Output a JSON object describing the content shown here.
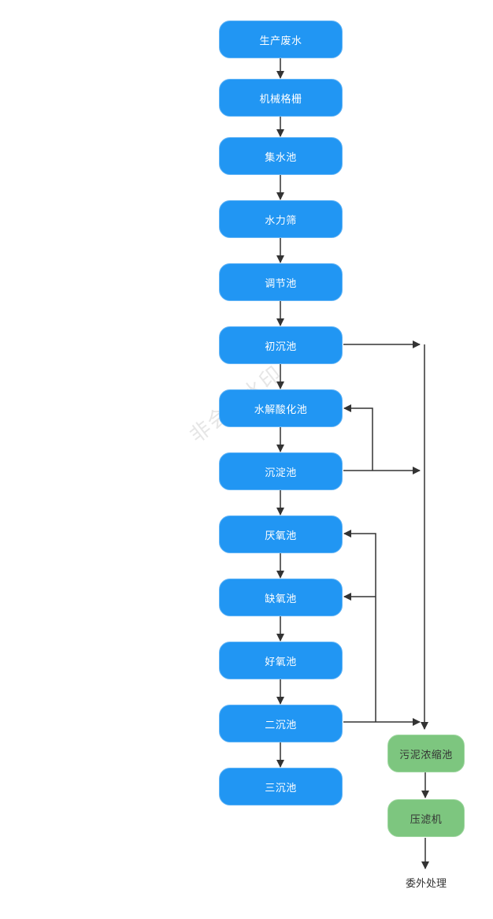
{
  "watermark": "非会员水印",
  "main_flow": [
    "生产废水",
    "机械格栅",
    "集水池",
    "水力筛",
    "调节池",
    "初沉池",
    "水解酸化池",
    "沉淀池",
    "厌氧池",
    "缺氧池",
    "好氧池",
    "二沉池",
    "三沉池"
  ],
  "sludge_flow": [
    "污泥浓缩池",
    "压滤机"
  ],
  "final_label": "委外处理",
  "colors": {
    "main_node": "#2196f3",
    "sludge_node": "#7dc67f",
    "arrow": "#333333"
  }
}
